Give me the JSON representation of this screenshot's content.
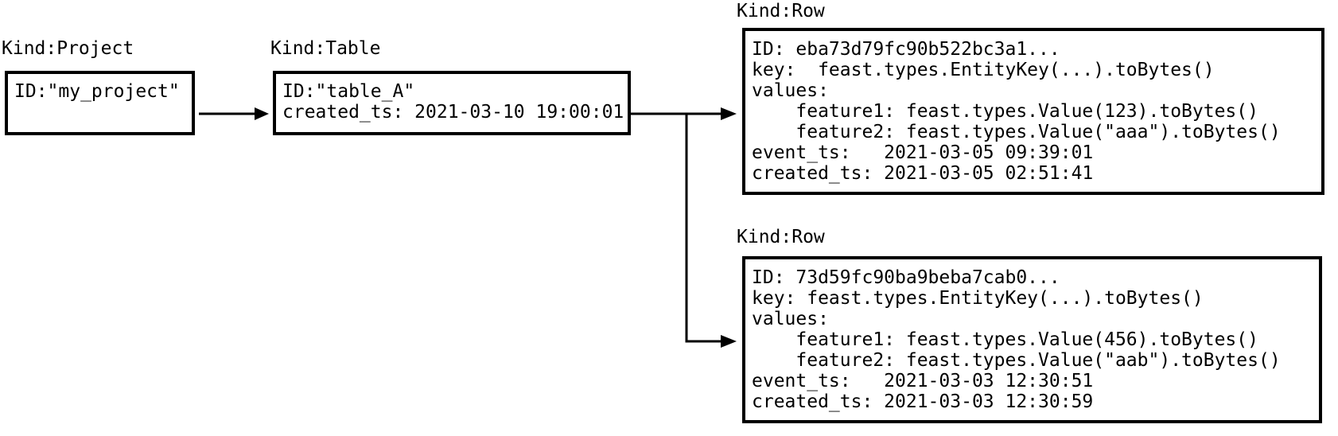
{
  "diagram": {
    "project": {
      "kind_label": "Kind:Project",
      "lines": [
        "ID:\"my_project\""
      ]
    },
    "table": {
      "kind_label": "Kind:Table",
      "lines": [
        "ID:\"table_A\"",
        "created_ts: 2021-03-10 19:00:01"
      ]
    },
    "row1": {
      "kind_label": "Kind:Row",
      "lines": [
        "ID: eba73d79fc90b522bc3a1...",
        "key:  feast.types.EntityKey(...).toBytes()",
        "values:",
        "    feature1: feast.types.Value(123).toBytes()",
        "    feature2: feast.types.Value(\"aaa\").toBytes()",
        "event_ts:   2021-03-05 09:39:01",
        "created_ts: 2021-03-05 02:51:41"
      ]
    },
    "row2": {
      "kind_label": "Kind:Row",
      "lines": [
        "ID: 73d59fc90ba9beba7cab0...",
        "key: feast.types.EntityKey(...).toBytes()",
        "values:",
        "    feature1: feast.types.Value(456).toBytes()",
        "    feature2: feast.types.Value(\"aab\").toBytes()",
        "event_ts:   2021-03-03 12:30:51",
        "created_ts: 2021-03-03 12:30:59"
      ]
    }
  },
  "colors": {
    "line": "#000000",
    "text": "#000000",
    "background": "#ffffff"
  }
}
